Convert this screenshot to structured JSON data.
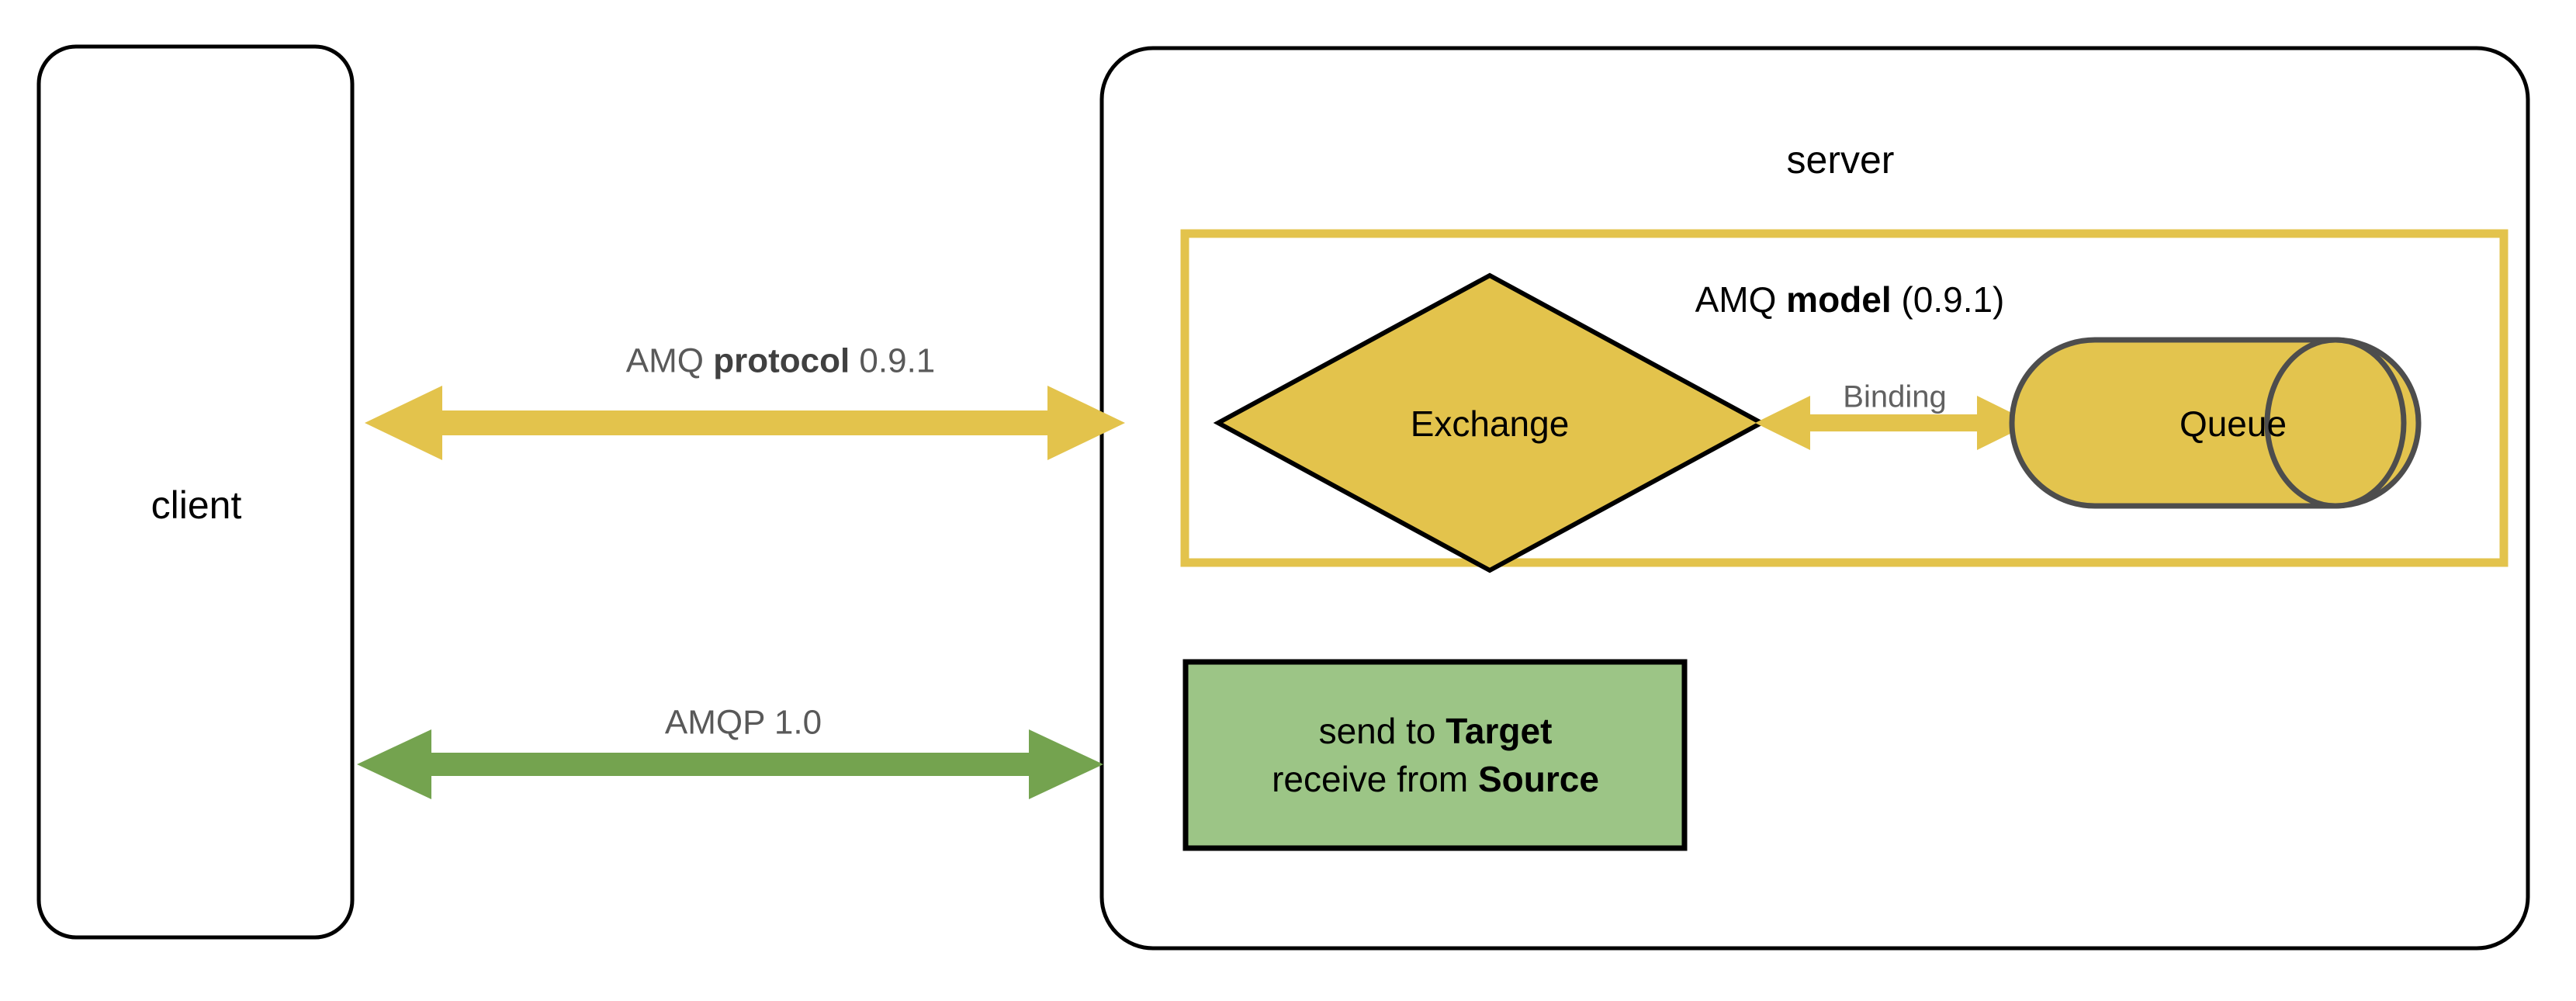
{
  "diagram": {
    "title": "AMQP 0.9.1 vs AMQP 1.0 client/server model",
    "colors": {
      "gold": "#E3C34C",
      "gold_stroke": "#E3C34C",
      "green_fill": "#9CC586",
      "green_arrow": "#74A34F",
      "black": "#000000",
      "grey_text": "#595959",
      "queue_stroke": "#4D4D4D"
    },
    "client": {
      "label": "client"
    },
    "server": {
      "label": "server"
    },
    "amq_model": {
      "label_prefix": "AMQ ",
      "label_bold": "model",
      "label_suffix": " (0.9.1)",
      "exchange": {
        "label": "Exchange"
      },
      "queue": {
        "label": "Queue"
      },
      "binding": {
        "label": "Binding"
      }
    },
    "amqp10_box": {
      "line1_prefix": "send to ",
      "line1_bold": "Target",
      "line2_prefix": "receive from ",
      "line2_bold": "Source"
    },
    "connections": [
      {
        "id": "amq-protocol",
        "label_prefix": "AMQ ",
        "label_bold": "protocol",
        "label_suffix": " 0.9.1",
        "color": "#E3C34C",
        "style": "double-arrow"
      },
      {
        "id": "amqp-10",
        "label_prefix": "AMQP 1.0",
        "label_bold": "",
        "label_suffix": "",
        "color": "#74A34F",
        "style": "double-arrow"
      }
    ]
  }
}
